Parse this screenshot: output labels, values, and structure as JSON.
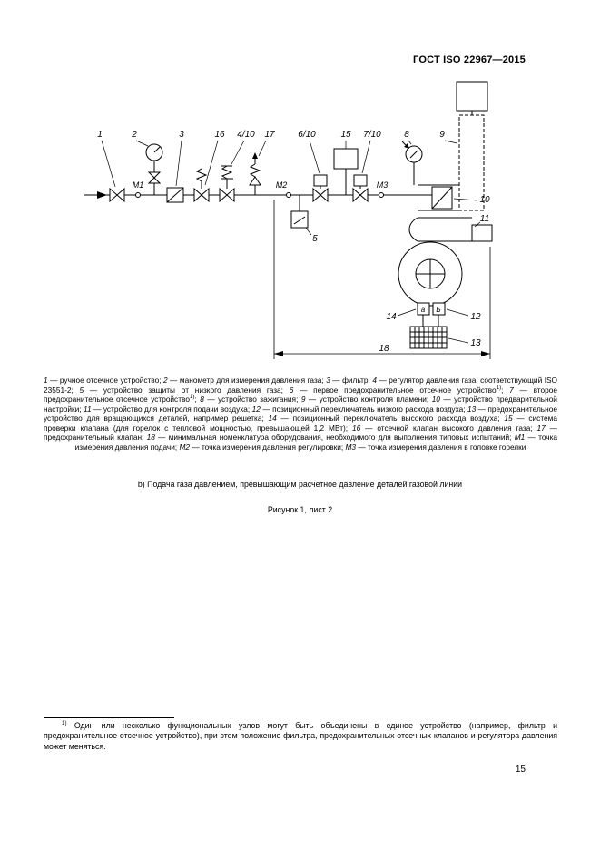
{
  "page": {
    "header": "ГОСТ ISO 22967—2015",
    "number": "15"
  },
  "diagram": {
    "labels": {
      "n1": "1",
      "n2": "2",
      "n3": "3",
      "n16": "16",
      "n4_10": "4/10",
      "n17": "17",
      "n6_10": "6/10",
      "n15": "15",
      "n7_10": "7/10",
      "n8": "8",
      "n9": "9",
      "n10": "10",
      "n11": "11",
      "n12": "12",
      "n13": "13",
      "n14": "14",
      "n5": "5",
      "n18": "18",
      "m1": "М1",
      "m2": "М2",
      "m3": "М3",
      "pa": "а",
      "pb": "Б"
    }
  },
  "legend": {
    "separator": "; ",
    "items": [
      {
        "num": "1",
        "text": "ручное отсечное устройство"
      },
      {
        "num": "2",
        "text": "манометр для измерения давления газа"
      },
      {
        "num": "3",
        "text": "фильтр"
      },
      {
        "num": "4",
        "text": "регулятор давления газа, соответствующий ISO 23551-2"
      },
      {
        "num": "5",
        "text": "устройство защиты от низкого давления газа"
      },
      {
        "num": "6",
        "text": "первое предохранительное отсечное устройство",
        "sup": "1)"
      },
      {
        "num": "7",
        "text": "второе предохранительное отсечное устройство",
        "sup": "1)"
      },
      {
        "num": "8",
        "text": "устройство зажигания"
      },
      {
        "num": "9",
        "text": "устройство контроля пламени"
      },
      {
        "num": "10",
        "text": "устройство предварительной настройки"
      },
      {
        "num": "11",
        "text": "устройство для контроля подачи воздуха"
      },
      {
        "num": "12",
        "text": "позиционный переключатель низкого расхода воздуха"
      },
      {
        "num": "13",
        "text": "предохранительное устройство для вращающихся деталей, например решетка"
      },
      {
        "num": "14",
        "text": "позиционный переключатель высокого расхода воздуха"
      },
      {
        "num": "15",
        "text": "система проверки клапана (для горелок с тепловой мощностью, превышающей 1,2 МВт)"
      },
      {
        "num": "16",
        "text": "отсечной клапан высокого давления газа"
      },
      {
        "num": "17",
        "text": "предохранительный клапан"
      },
      {
        "num": "18",
        "text": "минимальная номенклатура оборудования, необходимого для выполнения типовых испытаний"
      },
      {
        "num": "М1",
        "text": "точка измерения давления подачи"
      },
      {
        "num": "М2",
        "text": "точка измерения давления регулировки"
      },
      {
        "num": "М3",
        "text": "точка измерения давления в головке горелки"
      }
    ]
  },
  "caption": "b) Подача газа давлением, превышающим расчетное давление деталей газовой линии",
  "figure_label": "Рисунок 1, лист 2",
  "footnote": {
    "marker": "1)",
    "text": "Один или несколько функциональных узлов могут быть объединены в единое устройство (например, фильтр и предохранительное отсечное устройство), при этом положение фильтра, предохранительных отсечных клапанов и регулятора давления может меняться."
  }
}
